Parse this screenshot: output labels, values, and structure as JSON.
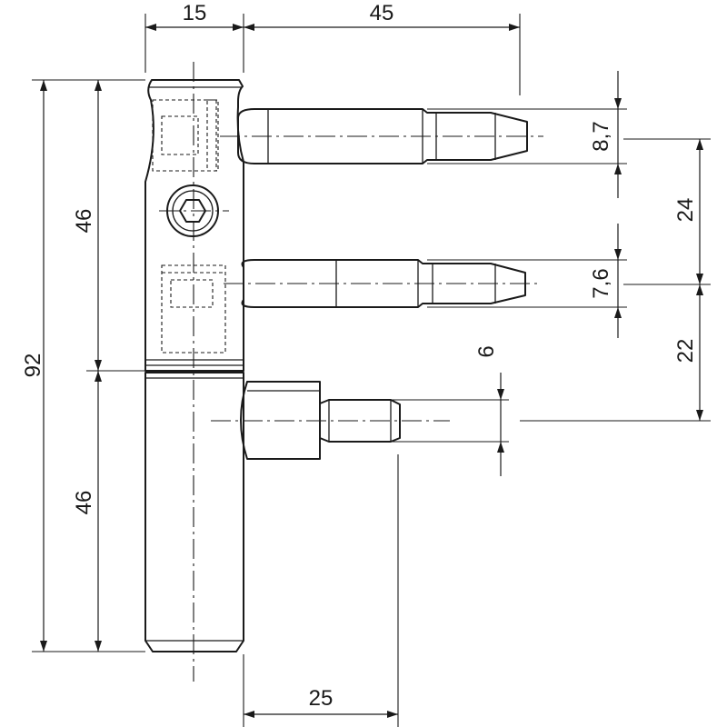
{
  "dimensions": {
    "top_left_width": "15",
    "top_pin_length": "45",
    "total_height": "92",
    "upper_body_height": "46",
    "lower_body_height": "46",
    "pin1_diameter": "8,7",
    "pin_spacing_upper": "24",
    "pin2_diameter": "7,6",
    "pin_spacing_lower": "22",
    "pin3_diameter": "6",
    "bottom_pin_length": "25"
  }
}
